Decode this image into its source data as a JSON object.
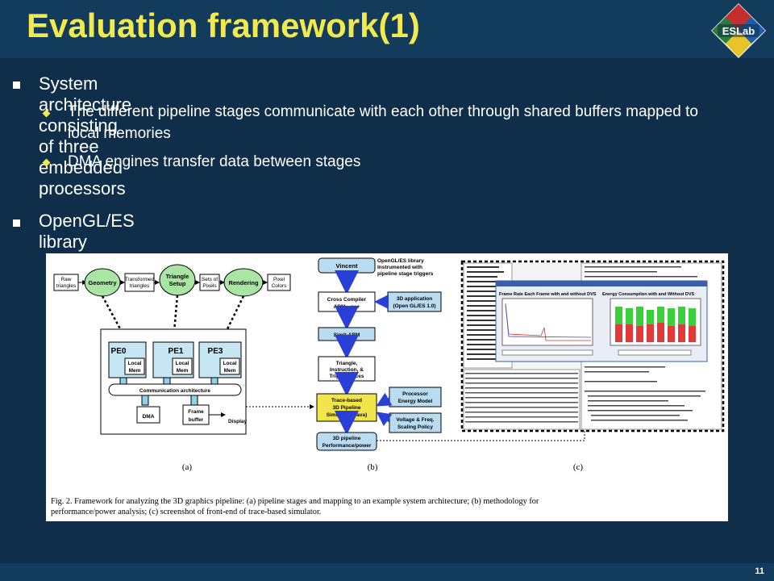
{
  "title": "Evaluation framework(1)",
  "logo_text": "ESLab",
  "bullets": [
    {
      "text": "System architecture consisting of three embedded processors",
      "sub": [
        "The different pipeline stages communicate with each other through shared buffers mapped to local memories",
        "DMA engines transfer data between stages"
      ]
    },
    {
      "text": "OpenGL/ES library",
      "sub": []
    }
  ],
  "figure": {
    "a": {
      "raw": [
        "Raw",
        "triangles"
      ],
      "geometry": "Geometry",
      "transformed": [
        "Transformed",
        "triangles"
      ],
      "setup": [
        "Triangle",
        "Setup"
      ],
      "sets": [
        "Sets of",
        "Pixels"
      ],
      "rendering": "Rendering",
      "pixel": [
        "Pixel",
        "Colors"
      ],
      "pe0": "PE0",
      "pe1": "PE1",
      "pe3": "PE3",
      "mem": [
        "Local",
        "Mem"
      ],
      "comm": "Communication architecture",
      "dma": "DMA",
      "frame": [
        "Frame",
        "buffer"
      ],
      "display": "Display",
      "label": "(a)"
    },
    "b": {
      "vincent": "Vincent",
      "opengl_lib": [
        "OpenGL/ES library",
        "Instrumented with",
        "pipeline stage triggers"
      ],
      "cross": [
        "Cross Compiler",
        "ARM—g++"
      ],
      "app": [
        "3D application",
        "(Open GL/ES 1.0)"
      ],
      "simit": "Simit-ARM",
      "traces": [
        "Triangle,",
        "Instruction, &",
        "Trigger traces"
      ],
      "sim": [
        "Trace-based",
        "3D Pipeline",
        "Simulator (Java)"
      ],
      "energy": [
        "Processor",
        "Energy Model"
      ],
      "voltage": [
        "Voltage & Freq.",
        "Scaling Policy"
      ],
      "perf": [
        "3D pipeline",
        "Performance/power"
      ],
      "label": "(b)"
    },
    "c": {
      "chart1": "Frame Rate Each Frame with and without DVS",
      "chart2": "Energy Consumption with and Without DVS",
      "label": "(c)"
    },
    "caption": [
      "Fig. 2.   Framework for analyzing the 3D graphics pipeline: (a) pipeline stages and mapping to an example system architecture; (b) methodology for",
      "performance/power analysis; (c) screenshot of front-end of trace-based simulator."
    ]
  },
  "page_number": "11"
}
